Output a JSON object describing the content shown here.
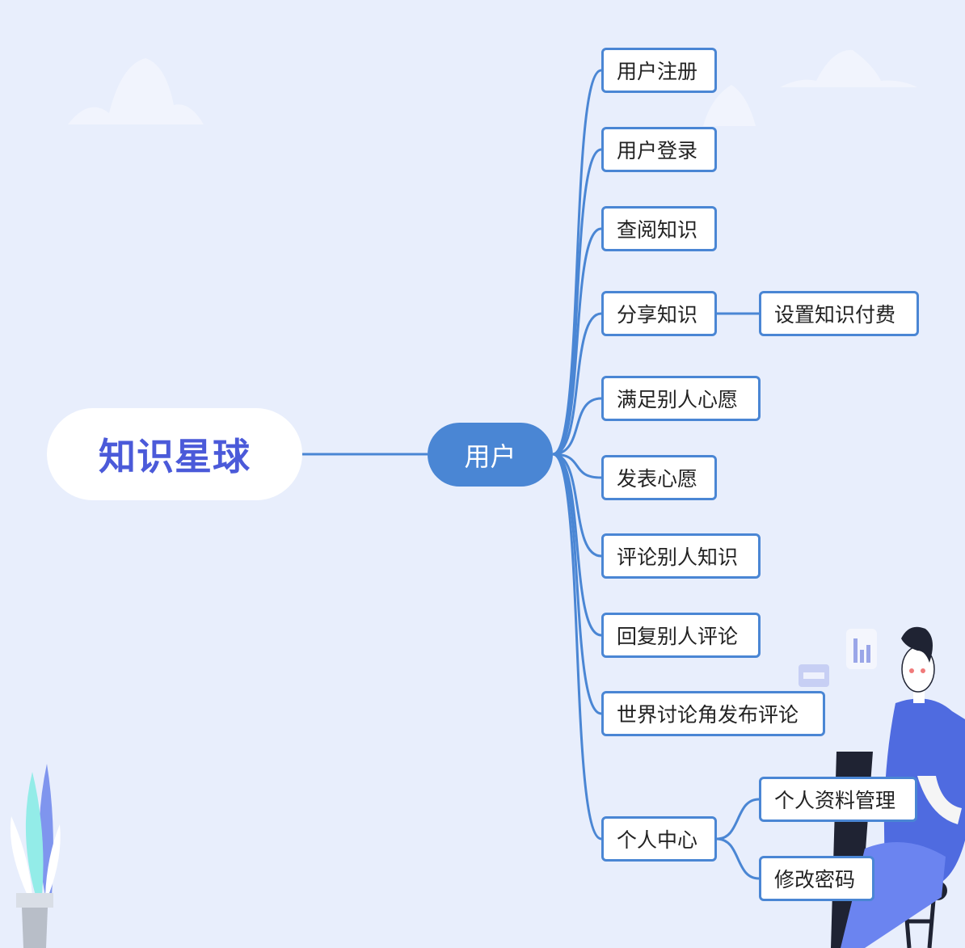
{
  "root": {
    "label": "知识星球"
  },
  "hub": {
    "label": "用户"
  },
  "branches": [
    {
      "label": "用户注册"
    },
    {
      "label": "用户登录"
    },
    {
      "label": "查阅知识"
    },
    {
      "label": "分享知识",
      "children": [
        {
          "label": "设置知识付费"
        }
      ]
    },
    {
      "label": "满足别人心愿"
    },
    {
      "label": "发表心愿"
    },
    {
      "label": "评论别人知识"
    },
    {
      "label": "回复别人评论"
    },
    {
      "label": "世界讨论角发布评论"
    },
    {
      "label": "个人中心",
      "children": [
        {
          "label": "个人资料管理"
        },
        {
          "label": "修改密码"
        }
      ]
    }
  ],
  "colors": {
    "background": "#e8eefc",
    "edge": "#4a86d4",
    "root_text": "#4b5ad9",
    "hub_fill": "#4a86d4"
  }
}
